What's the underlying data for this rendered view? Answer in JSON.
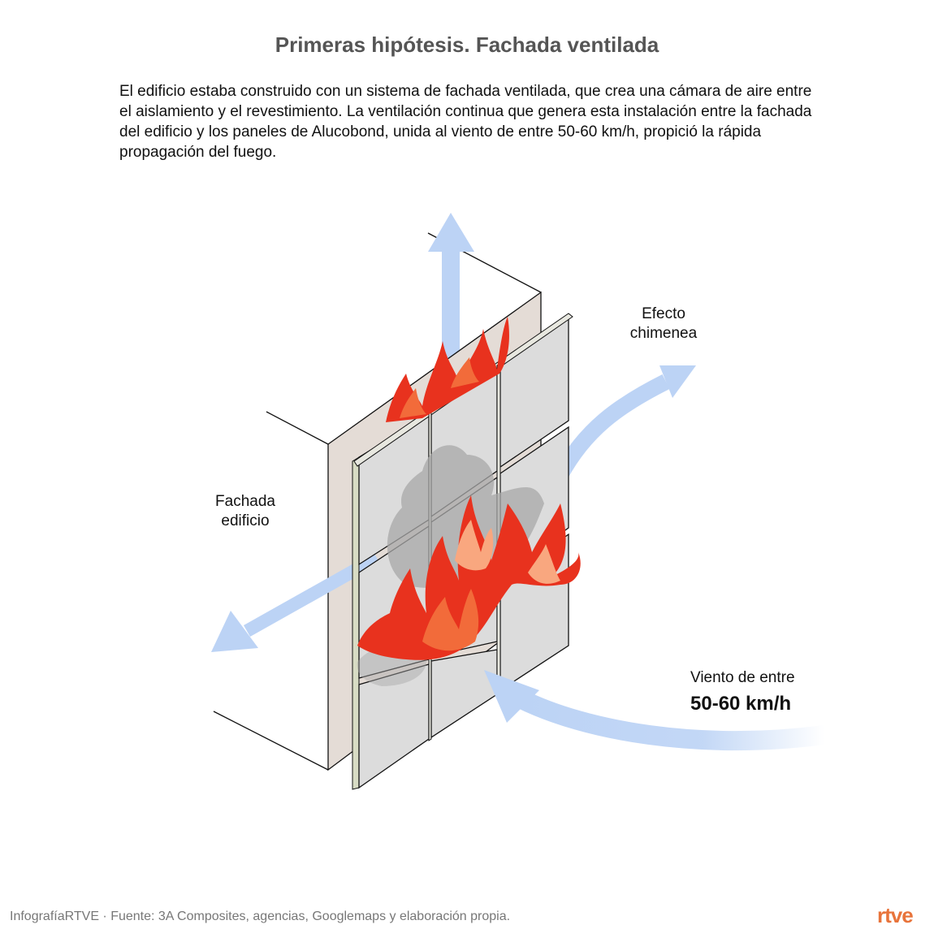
{
  "title": "Primeras hipótesis. Fachada ventilada",
  "intro": "El edificio estaba construido con un sistema de fachada ventilada, que crea una cámara de aire entre el aislamiento y el revestimiento. La ventilación continua que genera esta instalación entre la fachada del edificio y los paneles de Alucobond, unida al viento de entre 50-60 km/h, propició la rápida propagación del fuego.",
  "labels": {
    "fachada_line1": "Fachada",
    "fachada_line2": "edificio",
    "efecto_line1": "Efecto",
    "efecto_line2": "chimenea",
    "viento": "Viento de entre",
    "viento_speed": "50-60 km/h"
  },
  "footer": "InfografíaRTVE · Fuente: 3A Composites, agencias, Googlemaps y elaboración propia.",
  "logo": "rtve",
  "colors": {
    "arrow": "#bcd3f5",
    "wall": "#e4dcd6",
    "panel": "#dcdcdc",
    "smoke": "#a8a8a8",
    "flame_dark": "#e8321e",
    "flame_mid": "#f26b3a",
    "flame_light": "#f9a77f",
    "logo": "#e8743b"
  },
  "icons": [
    "arrow-up-icon",
    "arrow-right-up-icon",
    "arrow-left-down-icon",
    "arrow-wind-icon",
    "flame-icon",
    "smoke-icon"
  ]
}
